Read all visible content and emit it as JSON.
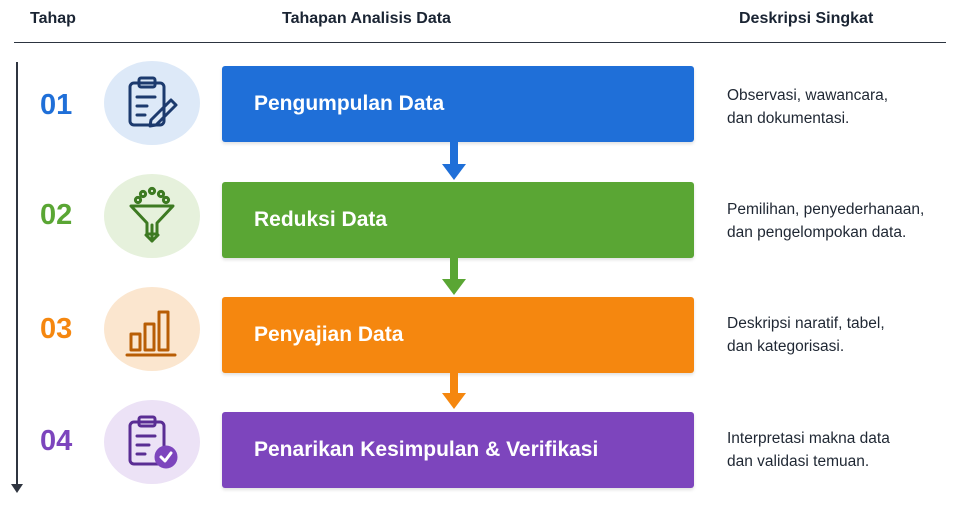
{
  "header": {
    "stage": "Tahap",
    "step": "Tahapan Analisis Data",
    "description": "Deskripsi Singkat"
  },
  "steps": [
    {
      "number": "01",
      "title": "Pengumpulan Data",
      "desc_line1": "Observasi, wawancara,",
      "desc_line2": "dan dokumentasi.",
      "color": "#1f6fd8",
      "icon_bg": "#dde9f8",
      "icon": "clipboard-pencil-icon"
    },
    {
      "number": "02",
      "title": "Reduksi Data",
      "desc_line1": "Pemilihan, penyederhanaan,",
      "desc_line2": "dan pengelompokan data.",
      "color": "#5aa634",
      "icon_bg": "#e6f1dc",
      "icon": "funnel-icon"
    },
    {
      "number": "03",
      "title": "Penyajian Data",
      "desc_line1": "Deskripsi naratif, tabel,",
      "desc_line2": "dan kategorisasi.",
      "color": "#f5870f",
      "icon_bg": "#fbe6cf",
      "icon": "bar-chart-icon"
    },
    {
      "number": "04",
      "title": "Penarikan Kesimpulan & Verifikasi",
      "desc_line1": "Interpretasi makna data",
      "desc_line2": "dan validasi temuan.",
      "color": "#7d45bd",
      "icon_bg": "#ece2f6",
      "icon": "clipboard-check-icon"
    }
  ]
}
